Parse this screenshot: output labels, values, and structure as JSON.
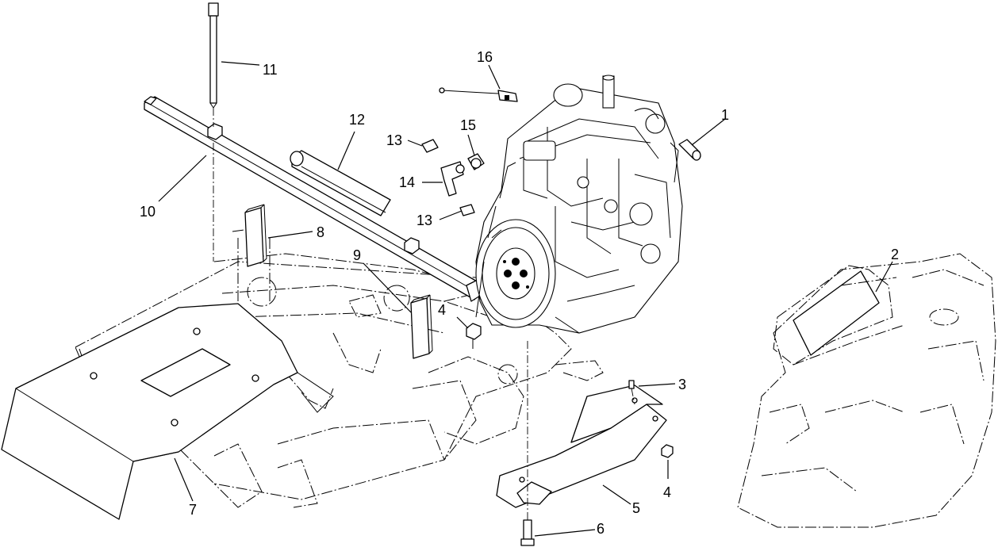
{
  "callouts": [
    {
      "id": "1",
      "label": "1"
    },
    {
      "id": "2",
      "label": "2"
    },
    {
      "id": "3",
      "label": "3"
    },
    {
      "id": "4a",
      "label": "4"
    },
    {
      "id": "4b",
      "label": "4"
    },
    {
      "id": "5",
      "label": "5"
    },
    {
      "id": "6",
      "label": "6"
    },
    {
      "id": "7",
      "label": "7"
    },
    {
      "id": "8",
      "label": "8"
    },
    {
      "id": "9",
      "label": "9"
    },
    {
      "id": "10",
      "label": "10"
    },
    {
      "id": "11",
      "label": "11"
    },
    {
      "id": "12",
      "label": "12"
    },
    {
      "id": "13a",
      "label": "13"
    },
    {
      "id": "13b",
      "label": "13"
    },
    {
      "id": "14",
      "label": "14"
    },
    {
      "id": "15",
      "label": "15"
    },
    {
      "id": "16",
      "label": "16"
    }
  ]
}
